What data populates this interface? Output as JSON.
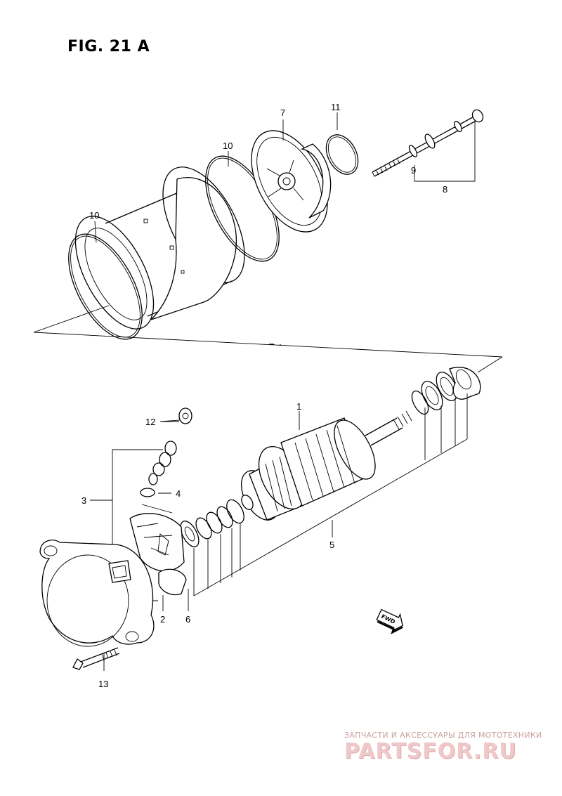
{
  "figure": {
    "title": "FIG. 21 A"
  },
  "callouts": {
    "c1": "1",
    "c2": "2",
    "c3": "3",
    "c4": "4",
    "c5": "5",
    "c6": "6",
    "c7": "7",
    "c8": "8",
    "c9": "9",
    "c10a": "10",
    "c10b": "10",
    "c11": "11",
    "c12": "12",
    "c13": "13"
  },
  "direction_badge": "FWD",
  "watermark": {
    "tagline": "ЗАПЧАСТИ И АКСЕССУАРЫ ДЛЯ МОТОТЕХНИКИ",
    "brand": "PARTSFOR.RU"
  },
  "colors": {
    "line": "#000000",
    "background": "#ffffff",
    "watermark": "#efc9c9"
  }
}
